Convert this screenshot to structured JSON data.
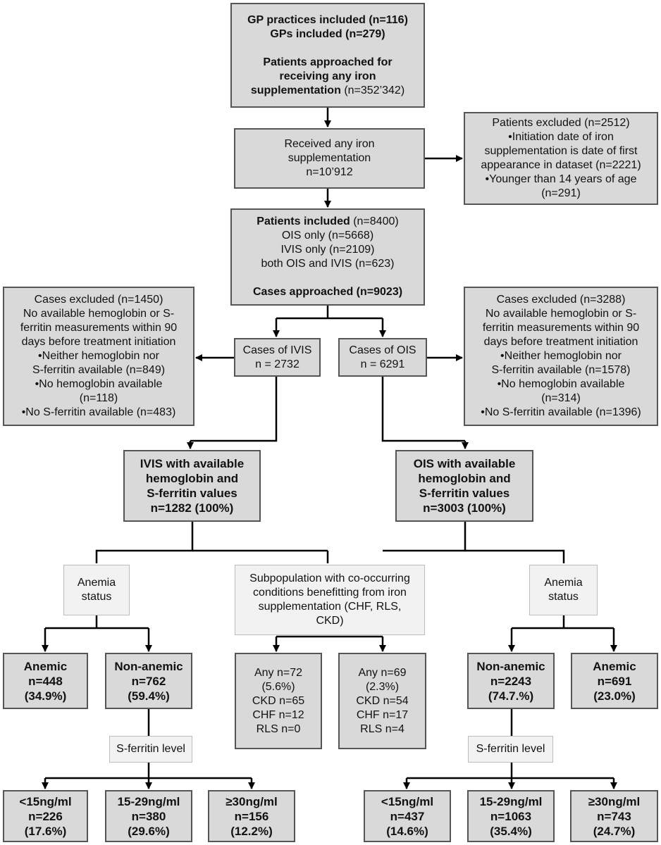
{
  "top": {
    "gp_practices": "GP practices included",
    "gp_practices_n": "(n=116)",
    "gps": "GPs included",
    "gps_n": "(n=279)",
    "approached_1": "Patients approached for",
    "approached_2": "receiving any iron",
    "approached_3": "supplementation",
    "approached_n": "(n=352’342)"
  },
  "received": {
    "line1": "Received any iron",
    "line2": "supplementation",
    "line3": "n=10’912"
  },
  "excluded_patients": {
    "line1": "Patients excluded (n=2512)",
    "line2": "•Initiation date of iron",
    "line3": "supplementation is date of first",
    "line4": "appearance in dataset (n=2221)",
    "line5": "•Younger than 14 years of age",
    "line6": "(n=291)"
  },
  "included": {
    "title": "Patients included",
    "title_n": "(n=8400)",
    "ois": "OIS only (n=5668)",
    "ivis": "IVIS only (n=2109)",
    "both": "both OIS and IVIS (n=623)",
    "cases": "Cases approached (n=9023)"
  },
  "excluded_ivis": {
    "line1": "Cases excluded (n=1450)",
    "line2": "No available hemoglobin or S-",
    "line3": "ferritin measurements within 90",
    "line4": "days before treatment initiation",
    "line5": "•Neither hemoglobin nor",
    "line6": "S-ferritin available (n=849)",
    "line7": "•No hemoglobin available",
    "line8": "(n=118)",
    "line9": "•No S-ferritin available (n=483)"
  },
  "excluded_ois": {
    "line1": "Cases excluded (n=3288)",
    "line2": "No available hemoglobin or S-",
    "line3": "ferritin measurements within 90",
    "line4": "days before treatment initiation",
    "line5": "•Neither hemoglobin nor",
    "line6": "S-ferritin available (n=1578)",
    "line7": "•No hemoglobin available",
    "line8": "(n=314)",
    "line9": "•No S-ferritin available (n=1396)"
  },
  "cases_ivis": {
    "line1": "Cases of IVIS",
    "line2": "n = 2732"
  },
  "cases_ois": {
    "line1": "Cases of OIS",
    "line2": "n = 6291"
  },
  "ivis_avail": {
    "line1": "IVIS with available",
    "line2": "hemoglobin and",
    "line3": "S-ferritin values",
    "line4": "n=1282 (100%)"
  },
  "ois_avail": {
    "line1": "OIS with available",
    "line2": "hemoglobin and",
    "line3": "S-ferritin values",
    "line4": "n=3003 (100%)"
  },
  "anemia_left": {
    "line1": "Anemia",
    "line2": "status"
  },
  "anemia_right": {
    "line1": "Anemia",
    "line2": "status"
  },
  "subpop": {
    "line1": "Subpopulation with co-occurring",
    "line2": "conditions benefitting from iron",
    "line3": "supplementation (CHF, RLS,",
    "line4": "CKD)"
  },
  "ivis_anemic": {
    "line1": "Anemic",
    "line2": "n=448",
    "line3": "(34.9%)"
  },
  "ivis_nonanemic": {
    "line1": "Non-anemic",
    "line2": "n=762",
    "line3": "(59.4%)"
  },
  "sub_ivis": {
    "line1": "Any n=72",
    "line2": "(5.6%)",
    "line3": "CKD n=65",
    "line4": "CHF n=12",
    "line5": "RLS n=0"
  },
  "sub_ois": {
    "line1": "Any n=69",
    "line2": "(2.3%)",
    "line3": "CKD n=54",
    "line4": "CHF n=17",
    "line5": "RLS n=4"
  },
  "ois_nonanemic": {
    "line1": "Non-anemic",
    "line2": "n=2243",
    "line3": "(74.7.%)"
  },
  "ois_anemic": {
    "line1": "Anemic",
    "line2": "n=691",
    "line3": "(23.0%)"
  },
  "sferritin_left": "S-ferritin level",
  "sferritin_right": "S-ferritin level",
  "ivis_lt15": {
    "line1": "<15ng/ml",
    "line2": "n=226",
    "line3": "(17.6%)"
  },
  "ivis_15_29": {
    "line1": "15-29ng/ml",
    "line2": "n=380",
    "line3": "(29.6%)"
  },
  "ivis_ge30": {
    "line1": "≥30ng/ml",
    "line2": "n=156",
    "line3": "(12.2%)"
  },
  "ois_lt15": {
    "line1": "<15ng/ml",
    "line2": "n=437",
    "line3": "(14.6%)"
  },
  "ois_15_29": {
    "line1": "15-29ng/ml",
    "line2": "n=1063",
    "line3": "(35.4%)"
  },
  "ois_ge30": {
    "line1": "≥30ng/ml",
    "line2": "n=743",
    "line3": "(24.7%)"
  },
  "colors": {
    "box_fill": "#d9d9d9",
    "light_fill": "#f2f2f2",
    "border": "#555555",
    "line": "#000000"
  }
}
